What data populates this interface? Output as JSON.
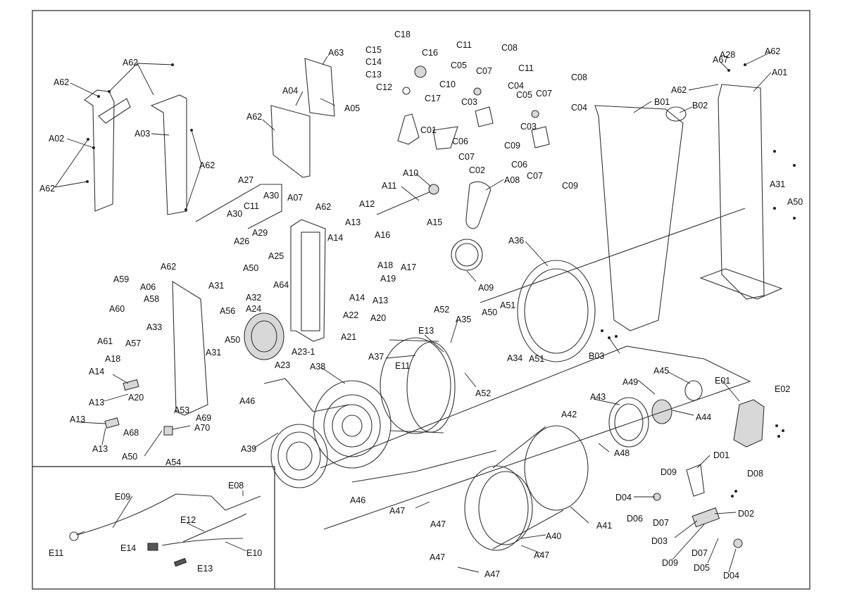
{
  "colors": {
    "line": "#333333",
    "fill": "#d8d8d8",
    "background": "#ffffff"
  },
  "labels": {
    "A01": "A01",
    "A02": "A02",
    "A03": "A03",
    "A04": "A04",
    "A05": "A05",
    "A06": "A06",
    "A07": "A07",
    "A08": "A08",
    "A09": "A09",
    "A10": "A10",
    "A11": "A11",
    "A12": "A12",
    "A13": "A13",
    "A14": "A14",
    "A15": "A15",
    "A16": "A16",
    "A17": "A17",
    "A18": "A18",
    "A19": "A19",
    "A20": "A20",
    "A21": "A21",
    "A22": "A22",
    "A23": "A23",
    "A23_1": "A23-1",
    "A24": "A24",
    "A25": "A25",
    "A26": "A26",
    "A27": "A27",
    "A28": "A28",
    "A29": "A29",
    "A30": "A30",
    "A31": "A31",
    "A32": "A32",
    "A33": "A33",
    "A34": "A34",
    "A35": "A35",
    "A36": "A36",
    "A37": "A37",
    "A38": "A38",
    "A39": "A39",
    "A40": "A40",
    "A41": "A41",
    "A42": "A42",
    "A43": "A43",
    "A44": "A44",
    "A45": "A45",
    "A46": "A46",
    "A47": "A47",
    "A48": "A48",
    "A49": "A49",
    "A50": "A50",
    "A51": "A51",
    "A52": "A52",
    "A53": "A53",
    "A54": "A54",
    "A56": "A56",
    "A57": "A57",
    "A58": "A58",
    "A59": "A59",
    "A60": "A60",
    "A61": "A61",
    "A62": "A62",
    "A63": "A63",
    "A64": "A64",
    "A67": "A67",
    "A68": "A68",
    "A69": "A69",
    "A70": "A70",
    "B01": "B01",
    "B02": "B02",
    "B03": "B03",
    "C01": "C01",
    "C02": "C02",
    "C03": "C03",
    "C04": "C04",
    "C05": "C05",
    "C06": "C06",
    "C07": "C07",
    "C08": "C08",
    "C09": "C09",
    "C10": "C10",
    "C11": "C11",
    "C12": "C12",
    "C13": "C13",
    "C14": "C14",
    "C15": "C15",
    "C16": "C16",
    "C17": "C17",
    "C18": "C18",
    "D01": "D01",
    "D02": "D02",
    "D03": "D03",
    "D04": "D04",
    "D05": "D05",
    "D06": "D06",
    "D07": "D07",
    "D08": "D08",
    "D09": "D09",
    "E01": "E01",
    "E02": "E02",
    "E08": "E08",
    "E09": "E09",
    "E10": "E10",
    "E11": "E11",
    "E12": "E12",
    "E13": "E13",
    "E14": "E14"
  }
}
